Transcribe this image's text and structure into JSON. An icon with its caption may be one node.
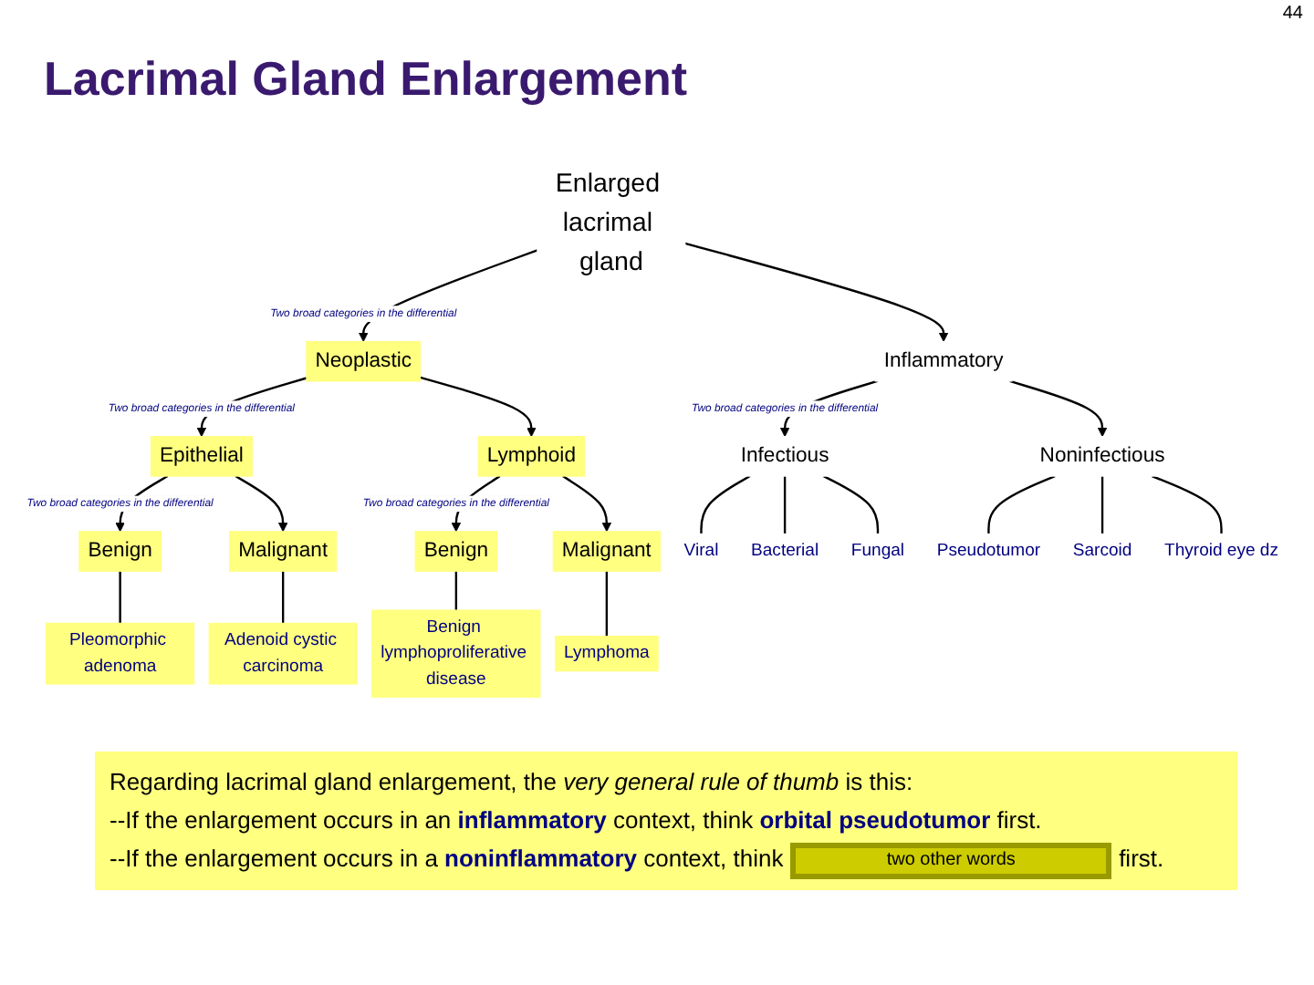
{
  "diagram": {
    "title": "Lacrimal Gland Enlargement",
    "nodes": [
      {
        "text": [
          "Enlarged lacrimal gland"
        ]
      },
      {
        "text": [
          "Neoplastic"
        ]
      },
      {
        "text": [
          "Inflammatory"
        ]
      },
      {
        "text": [
          "Epithelial"
        ]
      },
      {
        "text": [
          "Lymphoid"
        ]
      },
      {
        "text": [
          "Infectious"
        ]
      },
      {
        "text": [
          "Noninfectious"
        ]
      },
      {
        "text": [
          "Benign"
        ]
      },
      {
        "text": [
          "Malignant"
        ]
      },
      {
        "text": [
          "Benign"
        ]
      },
      {
        "text": [
          "Malignant"
        ]
      },
      {
        "text": [
          "Viral"
        ]
      },
      {
        "text": [
          "Pseudotumor"
        ]
      },
      {
        "text": [
          "Pleomorphic adenoma"
        ]
      },
      {
        "text": [
          "Adenoid cystic carcinoma"
        ]
      },
      {
        "text": [
          "Benign lymphoproliferative disease"
        ]
      },
      {
        "text": [
          "Lymphoma"
        ]
      },
      {
        "text": [
          "Bacterial"
        ]
      },
      {
        "text": [
          "Sarcoid"
        ]
      },
      {
        "text": [
          "Fungal"
        ]
      },
      {
        "text": [
          "Thyroid eye dz"
        ]
      }
    ],
    "edges": [
      {
        "from": 0,
        "to": 1,
        "arrow": "to",
        "label": "Two broad categories in the differential"
      },
      {
        "from": 0,
        "to": 2,
        "arrow": "to"
      },
      {
        "from": 1,
        "to": 3,
        "arrow": "to",
        "label": "Two broad categories in the differential"
      },
      {
        "from": 1,
        "to": 4,
        "arrow": "to"
      },
      {
        "from": 2,
        "to": 5,
        "arrow": "to",
        "label": "Two broad categories in the differential"
      },
      {
        "from": 2,
        "to": 6,
        "arrow": "to"
      },
      {
        "from": 3,
        "to": 7,
        "arrow": "to",
        "label": "Two broad categories in the differential"
      },
      {
        "from": 3,
        "to": 8,
        "arrow": "to"
      },
      {
        "from": 4,
        "to": 9,
        "arrow": "to",
        "label": "Two broad categories in the differential"
      },
      {
        "from": 4,
        "to": 10,
        "arrow": "to"
      },
      {
        "from": 5,
        "to": 11,
        "arrow": "none"
      },
      {
        "from": 5,
        "to": 17,
        "arrow": "none"
      },
      {
        "from": 5,
        "to": 19,
        "arrow": "none"
      },
      {
        "from": 6,
        "to": 12,
        "arrow": "none"
      },
      {
        "from": 6,
        "to": 18,
        "arrow": "none"
      },
      {
        "from": 6,
        "to": 20,
        "arrow": "none"
      },
      {
        "from": 7,
        "to": 13,
        "arrow": "none"
      },
      {
        "from": 8,
        "to": 14,
        "arrow": "none"
      },
      {
        "from": 9,
        "to": 15,
        "arrow": "none"
      },
      {
        "from": 10,
        "to": 16,
        "arrow": "none"
      }
    ],
    "labels": [
      "44",
      "Regarding lacrimal gland enlargement, the *very general rule of thumb* is this:",
      "--If the enlargement occurs in an **inflammatory** context, think **orbital pseudotumor** first.",
      "--If the enlargement occurs in a **noninflammatory** context, think",
      "two other words",
      "first."
    ]
  }
}
